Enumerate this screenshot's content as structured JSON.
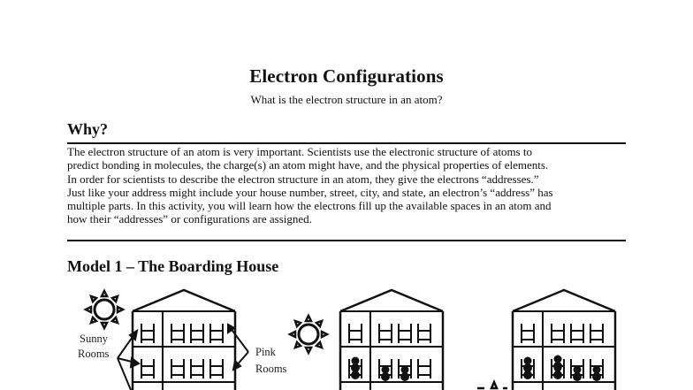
{
  "header": {
    "title": "Electron Configurations",
    "subtitle": "What is the electron structure in an atom?"
  },
  "why": {
    "heading": "Why?",
    "lines": [
      "The electron structure of an atom is very important. Scientists use the electronic structure of atoms to",
      "predict bonding in molecules, the charge(s) an atom might have, and the physical properties of elements.",
      "In order for scientists to describe the electron structure in an atom, they give the electrons “addresses.”",
      "Just like your address might include your house number, street, city, and state, an electron’s “address” has",
      "multiple parts. In this activity, you will learn how the electrons fill up the available spaces in an atom and",
      "how their “addresses” or configurations are assigned."
    ]
  },
  "model1": {
    "heading": "Model 1 – The Boarding House",
    "labels": {
      "sunny_line1": "Sunny",
      "sunny_line2": "Rooms",
      "pink_line1": "Pink",
      "pink_line2": "Rooms"
    },
    "icons": [
      "sun-icon",
      "sun-icon",
      "sun-icon",
      "boarding-house-diagram",
      "electron-person-icon"
    ]
  }
}
